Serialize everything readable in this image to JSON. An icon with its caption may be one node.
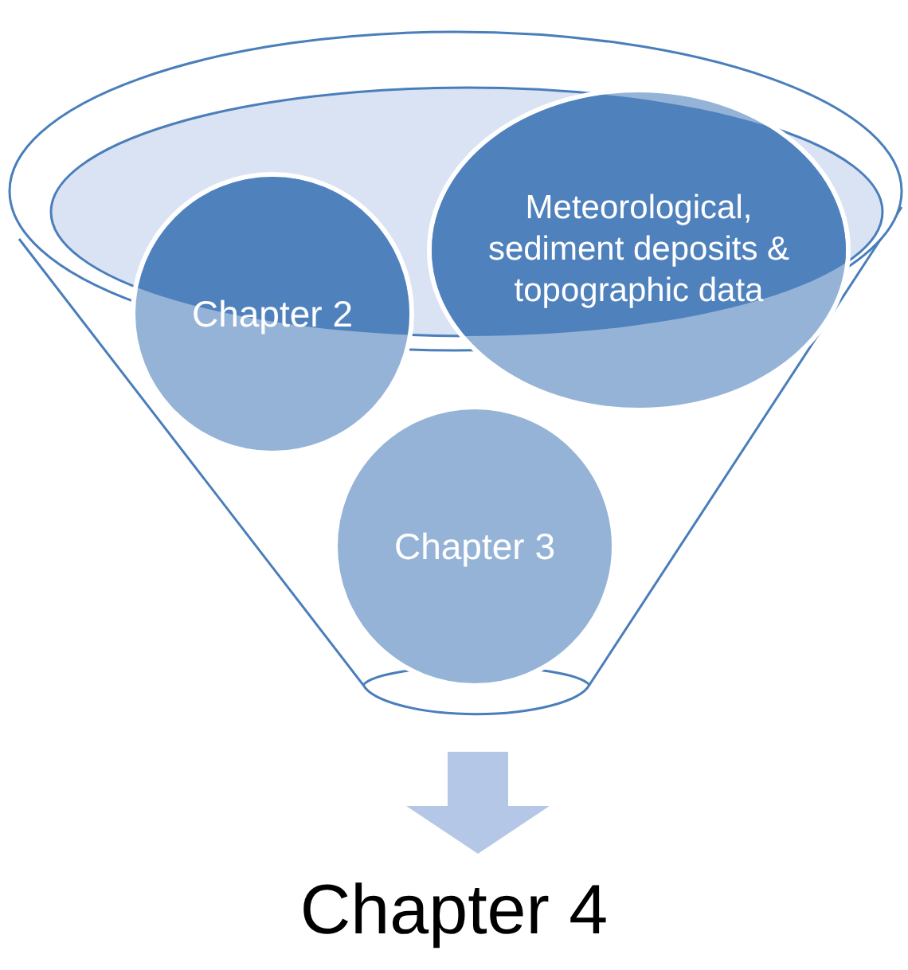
{
  "diagram": {
    "nodes": [
      {
        "text": [],
        "shape": "funnel"
      },
      {
        "text": [
          "Chapter 2"
        ],
        "in": 0
      },
      {
        "text": [
          "Meteorological, sediment deposits & topographic data"
        ],
        "in": 0
      },
      {
        "text": [
          "Chapter 3"
        ],
        "in": 0
      },
      {
        "text": [
          "Chapter 4"
        ]
      }
    ],
    "edges": [
      {
        "from": 0,
        "to": 4,
        "arrow": "to",
        "style": "thick",
        "color": "#b4c7e7"
      }
    ]
  }
}
